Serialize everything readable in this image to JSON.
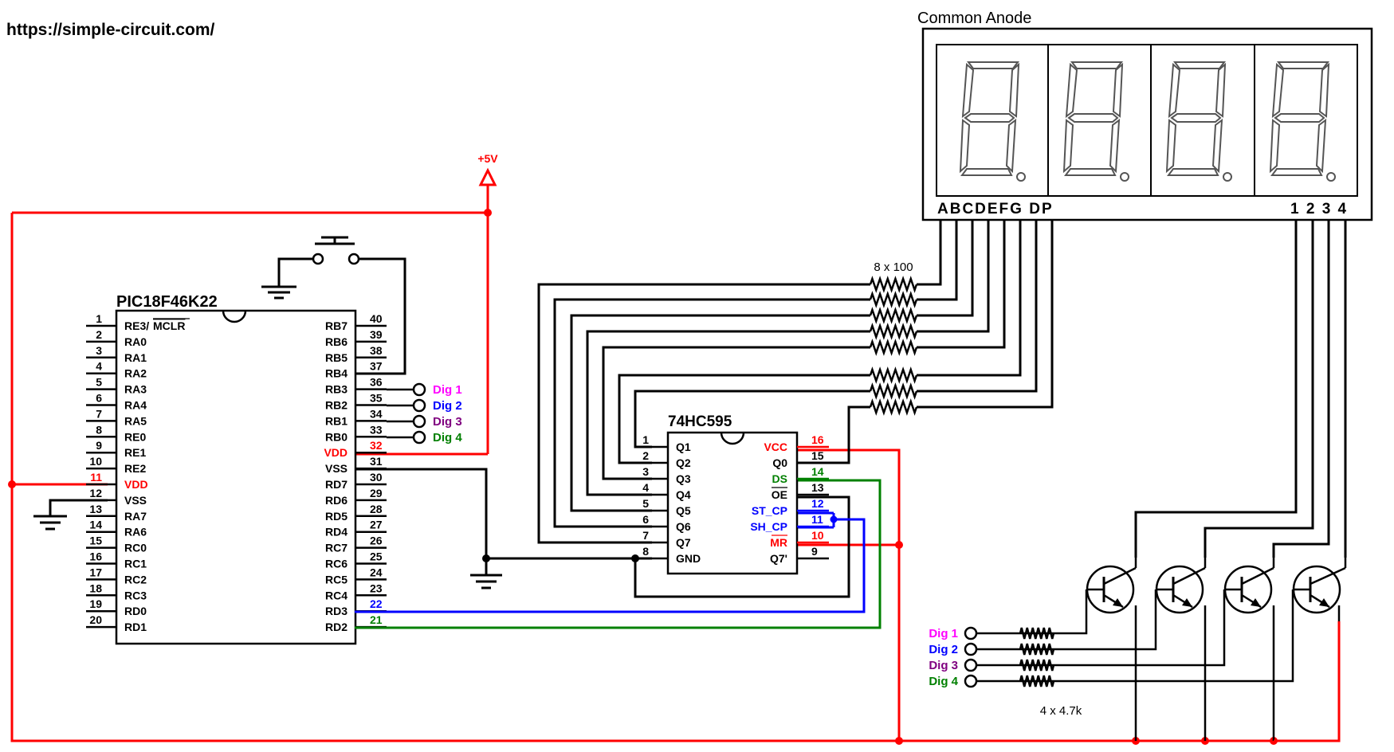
{
  "site_url": "https://simple-circuit.com/",
  "supply_label": "+5V",
  "mcu": {
    "name": "PIC18F46K22",
    "left_pins": [
      {
        "num": "1",
        "label": "RE3/",
        "over": "MCLR"
      },
      {
        "num": "2",
        "label": "RA0"
      },
      {
        "num": "3",
        "label": "RA1"
      },
      {
        "num": "4",
        "label": "RA2"
      },
      {
        "num": "5",
        "label": "RA3"
      },
      {
        "num": "6",
        "label": "RA4"
      },
      {
        "num": "7",
        "label": "RA5"
      },
      {
        "num": "8",
        "label": "RE0"
      },
      {
        "num": "9",
        "label": "RE1"
      },
      {
        "num": "10",
        "label": "RE2"
      },
      {
        "num": "11",
        "label": "VDD",
        "color": "#ff0000"
      },
      {
        "num": "12",
        "label": "VSS"
      },
      {
        "num": "13",
        "label": "RA7"
      },
      {
        "num": "14",
        "label": "RA6"
      },
      {
        "num": "15",
        "label": "RC0"
      },
      {
        "num": "16",
        "label": "RC1"
      },
      {
        "num": "17",
        "label": "RC2"
      },
      {
        "num": "18",
        "label": "RC3"
      },
      {
        "num": "19",
        "label": "RD0"
      },
      {
        "num": "20",
        "label": "RD1"
      }
    ],
    "right_pins": [
      {
        "num": "40",
        "label": "RB7"
      },
      {
        "num": "39",
        "label": "RB6"
      },
      {
        "num": "38",
        "label": "RB5"
      },
      {
        "num": "37",
        "label": "RB4"
      },
      {
        "num": "36",
        "label": "RB3"
      },
      {
        "num": "35",
        "label": "RB2"
      },
      {
        "num": "34",
        "label": "RB1"
      },
      {
        "num": "33",
        "label": "RB0"
      },
      {
        "num": "32",
        "label": "VDD",
        "color": "#ff0000"
      },
      {
        "num": "31",
        "label": "VSS"
      },
      {
        "num": "30",
        "label": "RD7"
      },
      {
        "num": "29",
        "label": "RD6"
      },
      {
        "num": "28",
        "label": "RD5"
      },
      {
        "num": "27",
        "label": "RD4"
      },
      {
        "num": "26",
        "label": "RC7"
      },
      {
        "num": "25",
        "label": "RC6"
      },
      {
        "num": "24",
        "label": "RC5"
      },
      {
        "num": "23",
        "label": "RC4"
      },
      {
        "num": "22",
        "label": "RD3",
        "numcolor": "#0000ff"
      },
      {
        "num": "21",
        "label": "RD2",
        "numcolor": "#008000"
      }
    ]
  },
  "rb_terminals": [
    {
      "label": "Dig 1",
      "color": "#ff00ff"
    },
    {
      "label": "Dig 2",
      "color": "#0000ff"
    },
    {
      "label": "Dig 3",
      "color": "#800080"
    },
    {
      "label": "Dig 4",
      "color": "#008000"
    }
  ],
  "shift_register": {
    "name": "74HC595",
    "left_pins": [
      {
        "num": "1",
        "label": "Q1"
      },
      {
        "num": "2",
        "label": "Q2"
      },
      {
        "num": "3",
        "label": "Q3"
      },
      {
        "num": "4",
        "label": "Q4"
      },
      {
        "num": "5",
        "label": "Q5"
      },
      {
        "num": "6",
        "label": "Q6"
      },
      {
        "num": "7",
        "label": "Q7"
      },
      {
        "num": "8",
        "label": "GND"
      }
    ],
    "right_pins": [
      {
        "num": "16",
        "label": "VCC",
        "color": "#ff0000"
      },
      {
        "num": "15",
        "label": "Q0"
      },
      {
        "num": "14",
        "label": "DS",
        "color": "#008000"
      },
      {
        "num": "13",
        "label": "OE",
        "over": true
      },
      {
        "num": "12",
        "label": "ST_CP",
        "color": "#0000ff"
      },
      {
        "num": "11",
        "label": "SH_CP",
        "color": "#0000ff"
      },
      {
        "num": "10",
        "label": "MR",
        "color": "#ff0000",
        "over": true
      },
      {
        "num": "9",
        "label": "Q7'"
      }
    ]
  },
  "display": {
    "title": "Common Anode",
    "segment_labels": "ABCDEFG DP",
    "digit_labels": "1 2 3 4"
  },
  "segment_resistors_label": "8 x 100",
  "base_resistors_label": "4 x 4.7k",
  "base_terminals": [
    {
      "label": "Dig 1",
      "color": "#ff00ff"
    },
    {
      "label": "Dig 2",
      "color": "#0000ff"
    },
    {
      "label": "Dig 3",
      "color": "#800080"
    },
    {
      "label": "Dig 4",
      "color": "#008000"
    }
  ]
}
